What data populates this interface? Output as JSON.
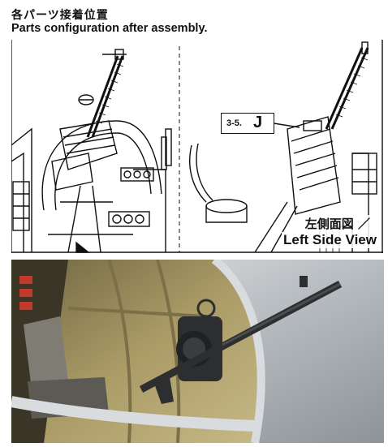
{
  "header": {
    "title_jp": "各パーツ接着位置",
    "title_en": "Parts configuration after assembly."
  },
  "diagram": {
    "callout": {
      "step": "3-5.",
      "part": "J"
    },
    "view_label_jp": "左側面図 ／",
    "view_label_en": "Left Side View"
  },
  "colors": {
    "line": "#111111",
    "fuselage": "#b9bec2",
    "interior": "#a99a66",
    "gun_dark": "#2c2e30"
  }
}
